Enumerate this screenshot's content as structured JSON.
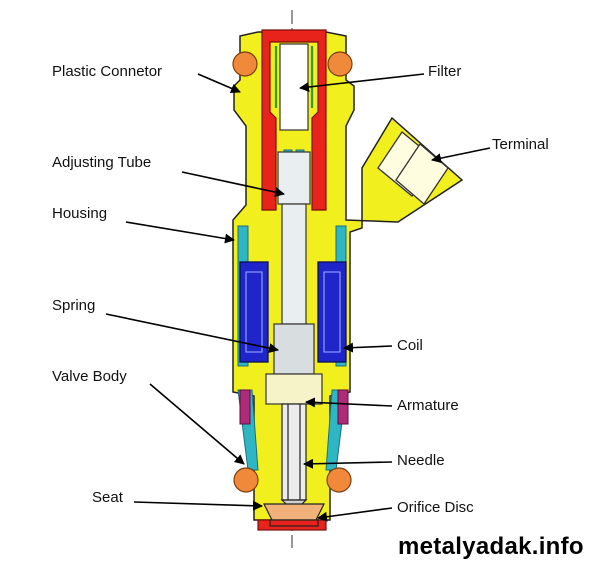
{
  "labels": {
    "plastic_connector": "Plastic Connetor",
    "filter": "Filter",
    "adjusting_tube": "Adjusting Tube",
    "terminal": "Terminal",
    "housing": "Housing",
    "spring": "Spring",
    "coil": "Coil",
    "valve_body": "Valve Body",
    "armature": "Armature",
    "needle": "Needle",
    "seat": "Seat",
    "orifice_disc": "Orifice Disc"
  },
  "watermark": "metalyadak.info",
  "colors": {
    "housing": "#f2ef1e",
    "inner_tube": "#e8231b",
    "coil": "#1f25c8",
    "passage": "#2fb6c4",
    "o_ring": "#f08a3a",
    "filter_green": "#2f9a3a",
    "valve_magenta": "#b02a7a"
  }
}
